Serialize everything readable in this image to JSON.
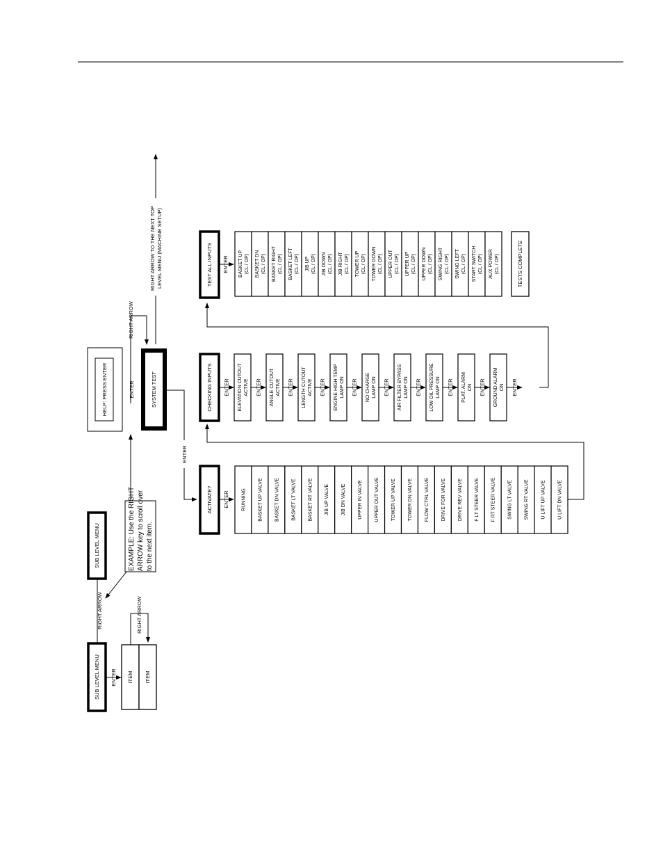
{
  "sub_level": {
    "menu_label": "SUB LEVEL MENU",
    "enter_label": "ENTER",
    "right_arrow_label": "RIGHT ARROW",
    "item_labels": [
      "ITEM",
      "ITEM"
    ],
    "sub_menu_label": "SUB LEVEL MENU",
    "example_lines": [
      "EXAMPLE:  Use the RIGHT",
      "ARROW key to scroll over",
      "to the next item."
    ]
  },
  "help": {
    "label": "HELP: PRESS ENTER",
    "enter_label": "ENTER"
  },
  "system_test": {
    "label": "SYSTEM TEST",
    "enter_label": "ENTER",
    "right_arrow_label": "RIGHT ARROW",
    "next_top_lines": [
      "RIGHT ARROW TO THE NEXT TOP",
      "LEVEL MENU (MACHINE SETUP)"
    ]
  },
  "activate": {
    "title": "ACTIVATE?",
    "enter_label": "ENTER",
    "items": [
      "RUNNING",
      "BASKET UP VALVE",
      "BASKET DN VALVE",
      "BASKET LT VALVE",
      "BASKET RT VALVE",
      "JIB UP VALVE",
      "JIB DN VALVE",
      "UPPER IN VALVE",
      "UPPER OUT VALVE",
      "TOWER UP VALVE",
      "TOWER DN VALVE",
      "FLOW CTRL VALVE",
      "DRIVE FOR VALVE",
      "DRIVE REV VALVE",
      "F LT STEER VALVE",
      "F RT STEER VALVE",
      "SWING LT VALVE",
      "SWING RT VALVE",
      "U LIFT UP VALVE",
      "U LIFT DN VALVE"
    ]
  },
  "checking_inputs": {
    "title": "CHECKING INPUTS",
    "enter_label": "ENTER",
    "items": [
      [
        "ELEVATION CUTOUT",
        "ACTIVE"
      ],
      [
        "ANGLE CUTOUT",
        "ACTIVE"
      ],
      [
        "LENGTH CUTOUT",
        "ACTIVE"
      ],
      [
        "ENGINE HIGH TEMP",
        "LAMP ON"
      ],
      [
        "NO CHARGE",
        "LAMP ON"
      ],
      [
        "AIR FILTER BYPASS",
        "LAMP ON"
      ],
      [
        "LOW OIL PRESSURE",
        "LAMP ON"
      ],
      [
        "PLAT. ALARM",
        "ON"
      ],
      [
        "GROUND ALARM",
        "ON"
      ]
    ]
  },
  "test_all_inputs": {
    "title": "TEST ALL INPUTS",
    "enter_label": "ENTER",
    "items": [
      [
        "BASKET UP",
        "(CL / OP)"
      ],
      [
        "BASKET DN",
        "(CL / OP)"
      ],
      [
        "BASKET RIGHT",
        "(CL / OP)"
      ],
      [
        "BASKET LEFT",
        "(CL / OP)"
      ],
      [
        "JIB UP",
        "(CL / OP)"
      ],
      [
        "JIB DOWN",
        "(CL / OP)"
      ],
      [
        "JIB RIGHT",
        "(CL / OP)"
      ],
      [
        "TOWER UP",
        "(CL / OP)"
      ],
      [
        "TOWER DOWN",
        "(CL / OP)"
      ],
      [
        "UPPER OUT",
        "(CL / OP)"
      ],
      [
        "UPPER UP",
        "(CL / OP)"
      ],
      [
        "UPPER DOWN",
        "(CL / OP)"
      ],
      [
        "SWING RIGHT",
        "(CL / OP)"
      ],
      [
        "SWING LEFT",
        "(CL / OP)"
      ],
      [
        "START SWITCH",
        "(CL / OP)"
      ],
      [
        "AUX POWER",
        "(CL / OP)"
      ]
    ],
    "complete_label": "TESTS COMPLETE"
  }
}
